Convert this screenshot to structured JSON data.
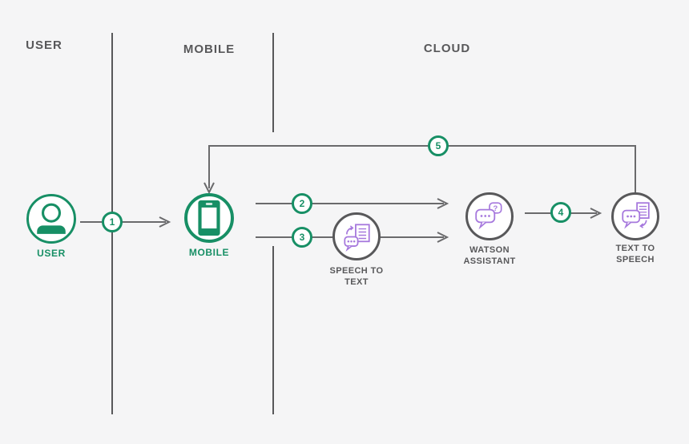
{
  "diagram": {
    "lanes": [
      {
        "label": "USER"
      },
      {
        "label": "MOBILE"
      },
      {
        "label": "CLOUD"
      }
    ],
    "nodes": {
      "user": {
        "label": "USER"
      },
      "mobile": {
        "label": "MOBILE"
      },
      "speech_to_text": {
        "label_line1": "SPEECH TO",
        "label_line2": "TEXT"
      },
      "watson_assistant": {
        "label_line1": "WATSON",
        "label_line2": "ASSISTANT"
      },
      "text_to_speech": {
        "label_line1": "TEXT TO",
        "label_line2": "SPEECH"
      }
    },
    "steps": [
      {
        "number": "1"
      },
      {
        "number": "2"
      },
      {
        "number": "3"
      },
      {
        "number": "4"
      },
      {
        "number": "5"
      }
    ],
    "colors": {
      "teal": "#178f65",
      "purple": "#a678dd",
      "line_gray": "#6a6a6c",
      "ring_gray": "#58585a",
      "text_gray": "#58585a",
      "background": "#f5f5f6"
    }
  }
}
